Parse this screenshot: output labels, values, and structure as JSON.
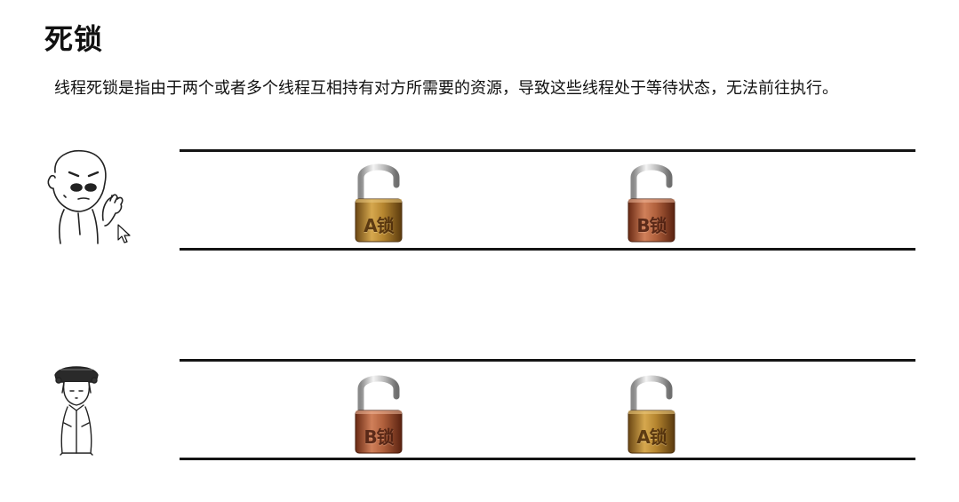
{
  "title": "死锁",
  "description": "线程死锁是指由于两个或者多个线程互相持有对方所需要的资源，导致这些线程处于等待状态，无法前往执行。",
  "threads": [
    {
      "figure_icon": "man-thread-icon",
      "locks": [
        {
          "label": "A锁",
          "color": "#a97a2e"
        },
        {
          "label": "B锁",
          "color": "#a9583a"
        }
      ]
    },
    {
      "figure_icon": "woman-thread-icon",
      "locks": [
        {
          "label": "B锁",
          "color": "#a9583a"
        },
        {
          "label": "A锁",
          "color": "#a97a2e"
        }
      ]
    }
  ]
}
